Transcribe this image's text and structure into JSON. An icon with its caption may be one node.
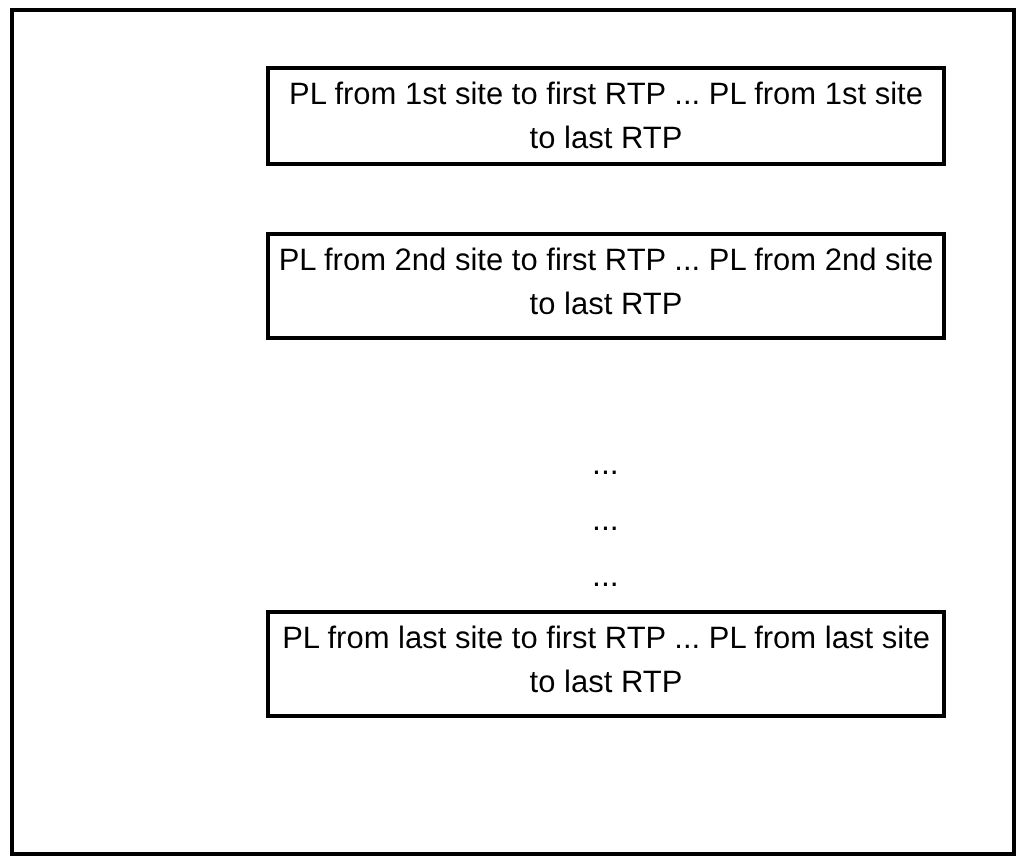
{
  "diagram": {
    "nodes": [
      {
        "text": [],
        "shape": "box"
      },
      {
        "text": [
          "PL from 1st site to first RTP ... PL from 1st site to last RTP"
        ],
        "in": 0
      },
      {
        "text": [
          "PL from 2nd site to first RTP ... PL from 2nd site to last RTP"
        ],
        "in": 0
      },
      {
        "text": [
          "PL from last site to first RTP ... PL from last site to last RTP"
        ],
        "in": 0
      }
    ],
    "labels": [
      "...",
      "...",
      "..."
    ]
  }
}
